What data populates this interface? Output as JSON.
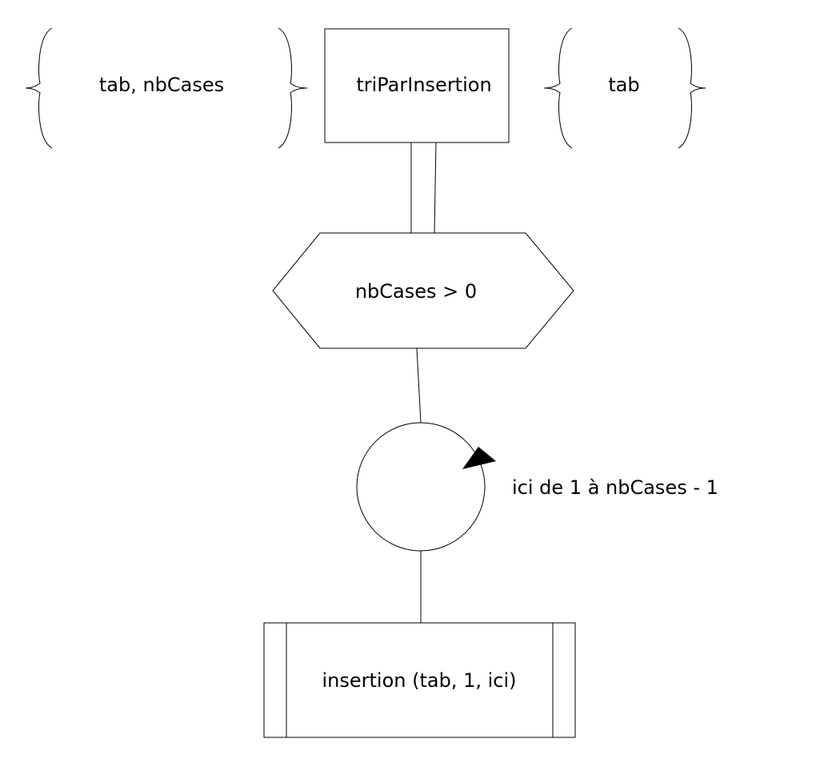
{
  "diagram": {
    "inputs": "tab, nbCases",
    "procedure": "triParInsertion",
    "outputs": "tab",
    "condition": "nbCases > 0",
    "loop": "ici de 1 à nbCases - 1",
    "call": "insertion (tab, 1, ici)"
  }
}
